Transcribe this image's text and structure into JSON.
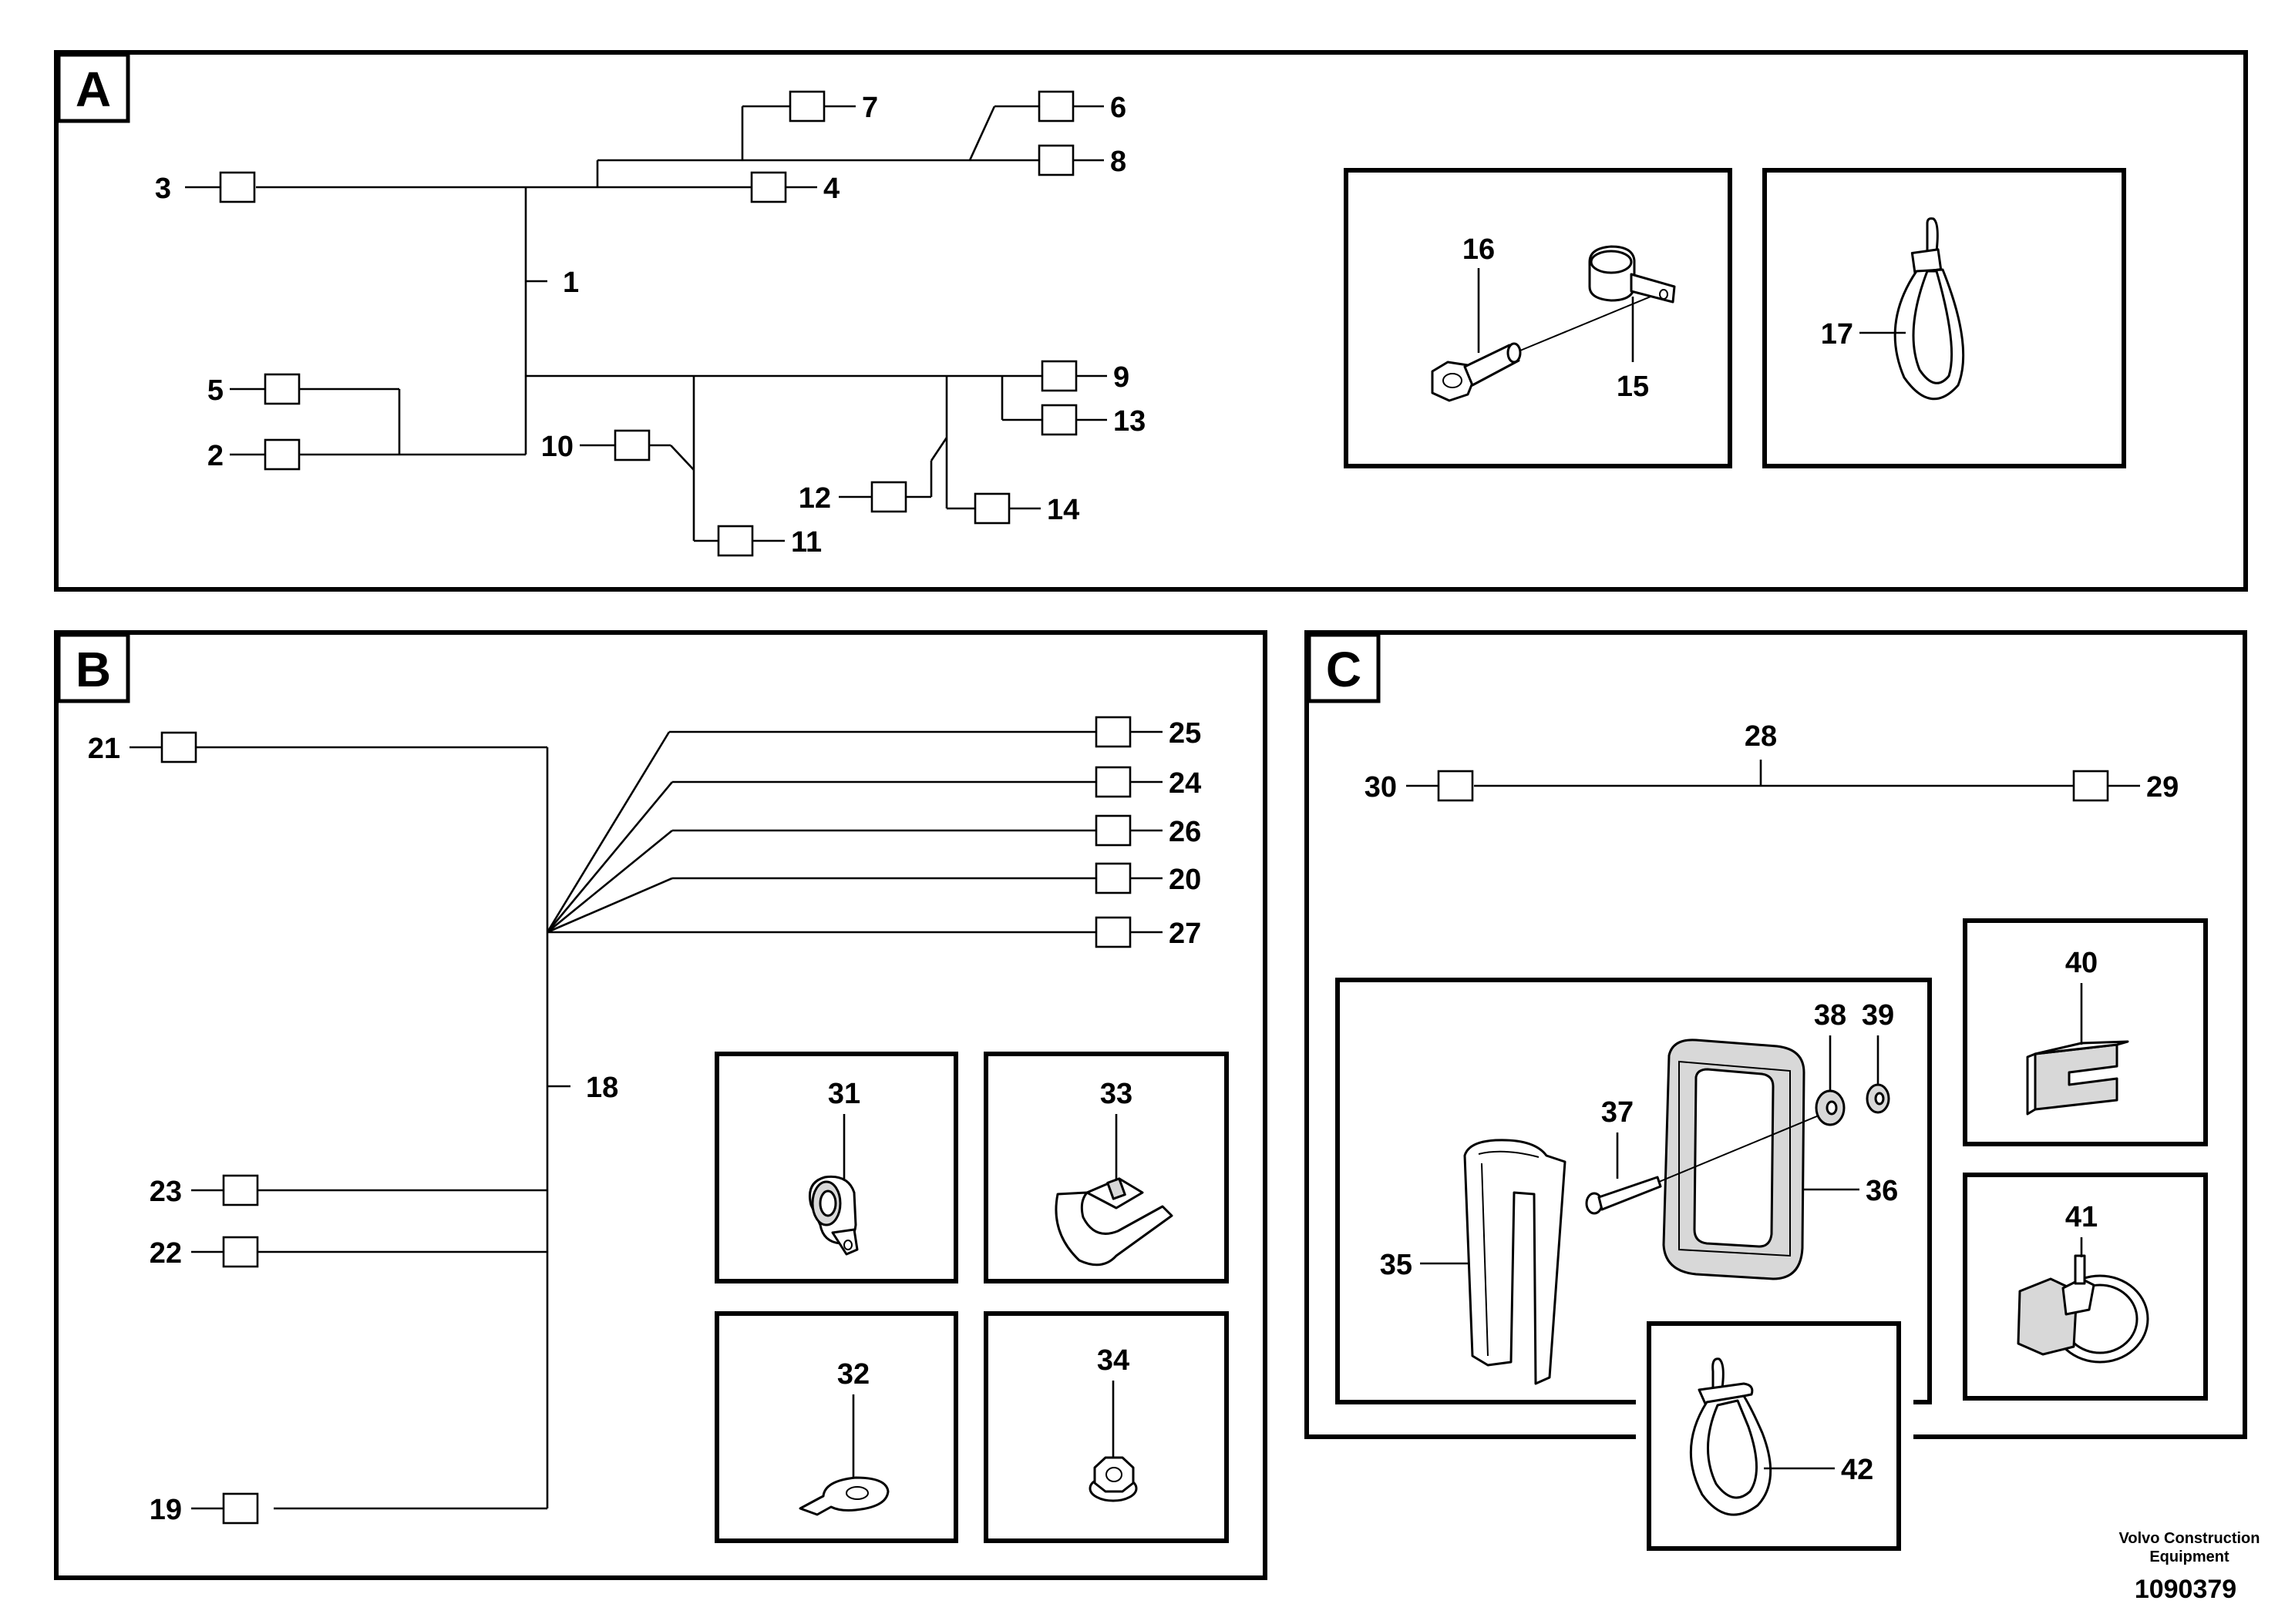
{
  "sections": {
    "a": {
      "letter": "A"
    },
    "b": {
      "letter": "B"
    },
    "c": {
      "letter": "C"
    }
  },
  "labels": {
    "p1": "1",
    "p2": "2",
    "p3": "3",
    "p4": "4",
    "p5": "5",
    "p6": "6",
    "p7": "7",
    "p8": "8",
    "p9": "9",
    "p10": "10",
    "p11": "11",
    "p12": "12",
    "p13": "13",
    "p14": "14",
    "p15": "15",
    "p16": "16",
    "p17": "17",
    "p18": "18",
    "p19": "19",
    "p20": "20",
    "p21": "21",
    "p22": "22",
    "p23": "23",
    "p24": "24",
    "p25": "25",
    "p26": "26",
    "p27": "27",
    "p28": "28",
    "p29": "29",
    "p30": "30",
    "p31": "31",
    "p32": "32",
    "p33": "33",
    "p34": "34",
    "p35": "35",
    "p36": "36",
    "p37": "37",
    "p38": "38",
    "p39": "39",
    "p40": "40",
    "p41": "41",
    "p42": "42"
  },
  "footer": {
    "company_line1": "Volvo Construction",
    "company_line2": "Equipment",
    "drawing_number": "1090379"
  }
}
